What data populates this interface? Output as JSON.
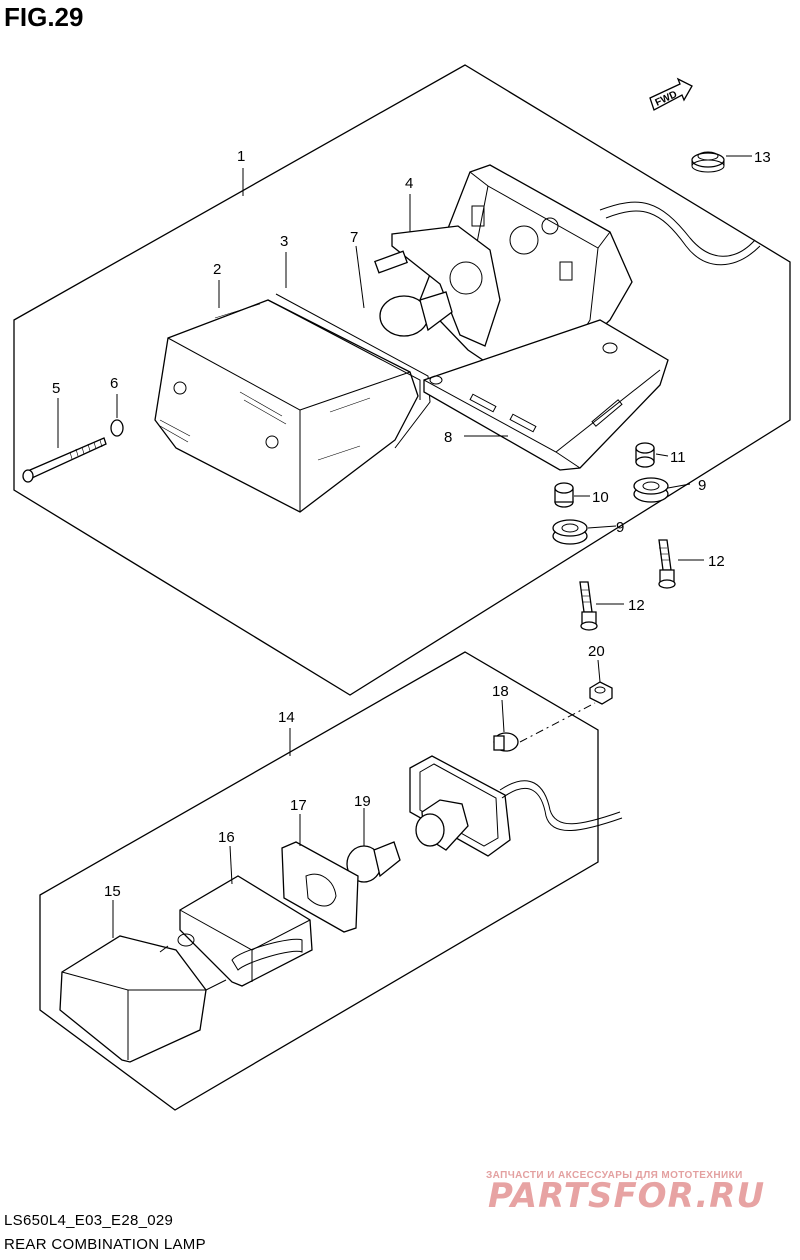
{
  "figure": {
    "title": "FIG.29",
    "direction_label": "FWD"
  },
  "callouts": [
    "1",
    "2",
    "3",
    "4",
    "5",
    "6",
    "7",
    "8",
    "9",
    "9",
    "10",
    "11",
    "12",
    "12",
    "13",
    "14",
    "15",
    "16",
    "17",
    "18",
    "19",
    "20"
  ],
  "footer": {
    "code": "LS650L4_E03_E28_029",
    "name": "REAR COMBINATION LAMP"
  },
  "watermark": {
    "tagline": "ЗАПЧАСТИ И АКСЕССУАРЫ ДЛЯ МОТОТЕХНИКИ",
    "brand": "PARTSFOR.RU"
  }
}
